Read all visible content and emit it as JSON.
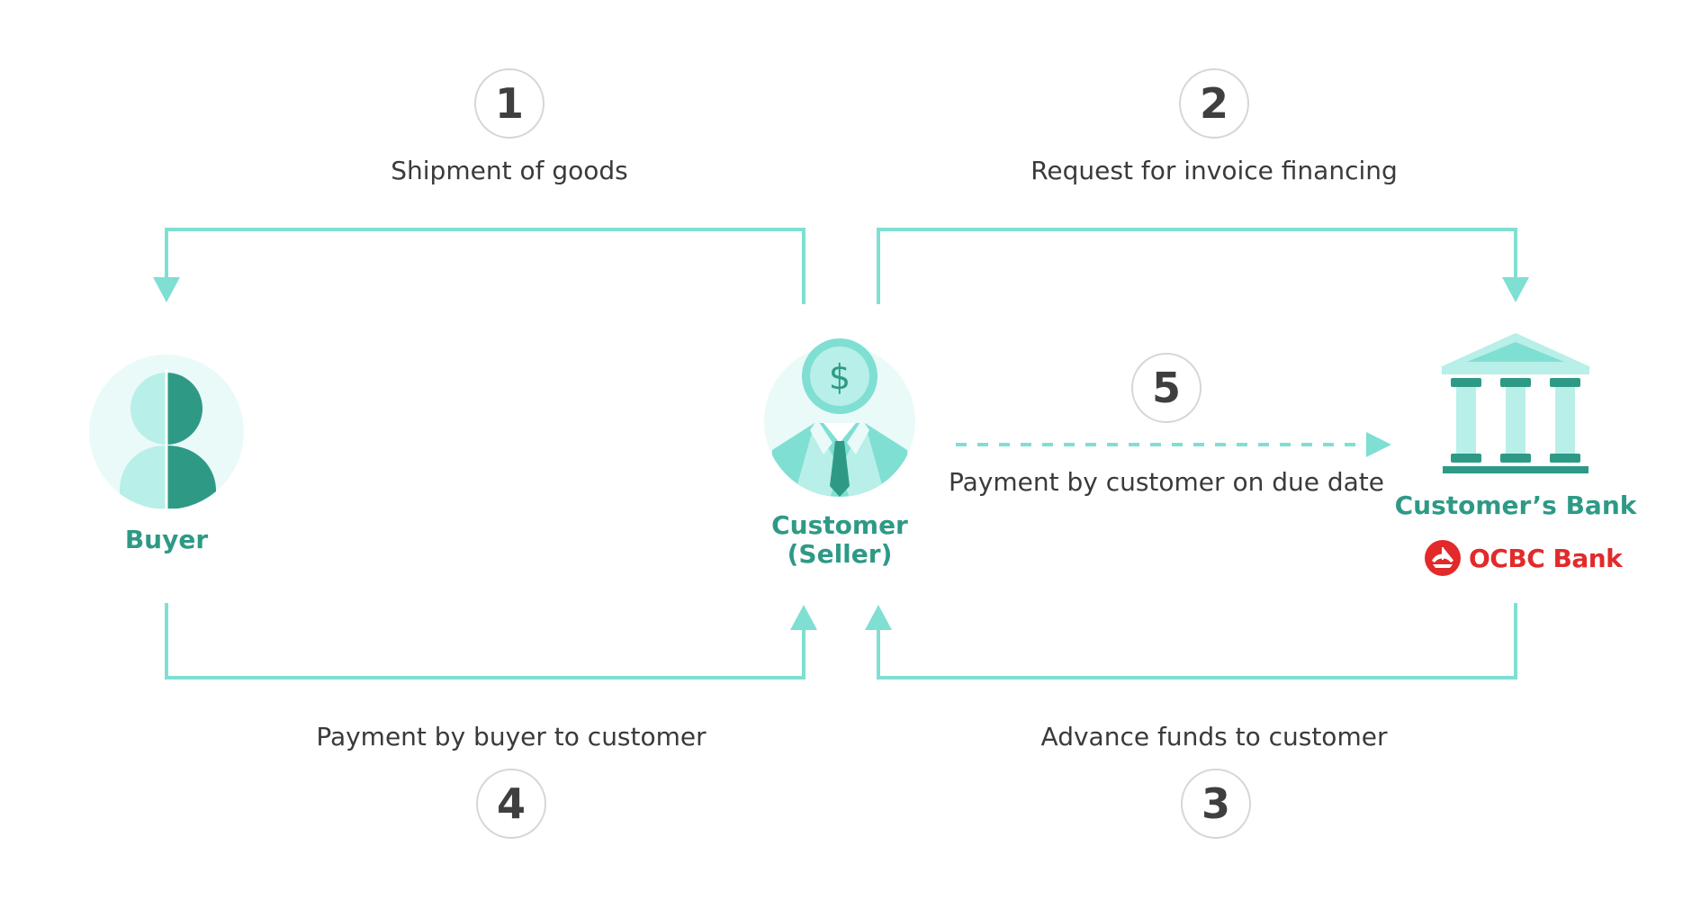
{
  "steps": [
    {
      "number": "1",
      "label": "Shipment of goods"
    },
    {
      "number": "2",
      "label": "Request for invoice financing"
    },
    {
      "number": "3",
      "label": "Advance funds to customer"
    },
    {
      "number": "4",
      "label": "Payment by buyer to customer"
    },
    {
      "number": "5",
      "label": "Payment by customer on due date"
    }
  ],
  "actors": {
    "buyer": "Buyer",
    "customer_line1": "Customer",
    "customer_line2": "(Seller)",
    "bank": "Customer’s Bank",
    "bank_logo_text": "OCBC Bank"
  },
  "colors": {
    "accent": "#7fdfd2",
    "accent_dark": "#2e9a86",
    "accent_light": "#b8efe8",
    "accent_pale": "#eafaf8",
    "logo_red": "#e22a2a"
  },
  "icons": {
    "buyer": "person-icon",
    "customer": "businessman-dollar-icon",
    "bank": "bank-building-icon",
    "logo": "ocbc-logo-icon"
  }
}
